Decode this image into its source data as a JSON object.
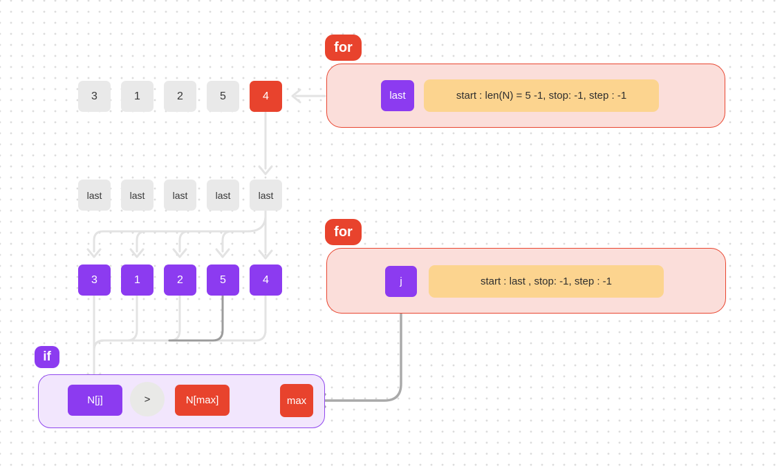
{
  "colors": {
    "red": "#e8432d",
    "purple": "#8c3bf0",
    "purple_border": "#8f46ee",
    "yellow": "#fcd48f",
    "pink_fill": "#fbdeda",
    "lavender_fill": "#f2e6fd",
    "gray_box": "#e9e9e9",
    "wire_light": "#e3e3e3",
    "wire_dark": "#9c9c9c",
    "wire_mid": "#a9a9a9"
  },
  "top_array": {
    "cells": [
      "3",
      "1",
      "2",
      "5",
      "4"
    ],
    "highlighted_value": "4"
  },
  "last_array": {
    "cells": [
      "last",
      "last",
      "last",
      "last",
      "last"
    ]
  },
  "purple_array": {
    "cells": [
      "3",
      "1",
      "2",
      "5",
      "4"
    ]
  },
  "outer_loop": {
    "badge": "for",
    "variable": "last",
    "range": "start : len(N) = 5 -1, stop: -1, step : -1"
  },
  "inner_loop": {
    "badge": "for",
    "variable": "j",
    "range": "start : last , stop: -1, step : -1"
  },
  "condition": {
    "badge": "if",
    "left_operand": "N[j]",
    "operator": ">",
    "right_operand": "N[max]",
    "assign_target": "max"
  }
}
